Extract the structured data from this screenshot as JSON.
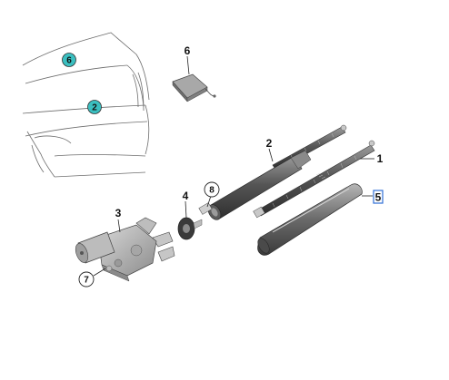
{
  "callouts": {
    "c1": "1",
    "c2": "2",
    "c3": "3",
    "c4": "4",
    "c5": "5",
    "c6": "6",
    "c7": "7",
    "c8": "8",
    "car_c6": "6",
    "car_c2": "2"
  },
  "colors": {
    "highlight_fill": "#3bbfc0",
    "selection_box": "#2f6fd6",
    "part_dark": "#3a3a3a",
    "part_mid": "#7a7a7a",
    "part_light": "#bdbdbd"
  }
}
